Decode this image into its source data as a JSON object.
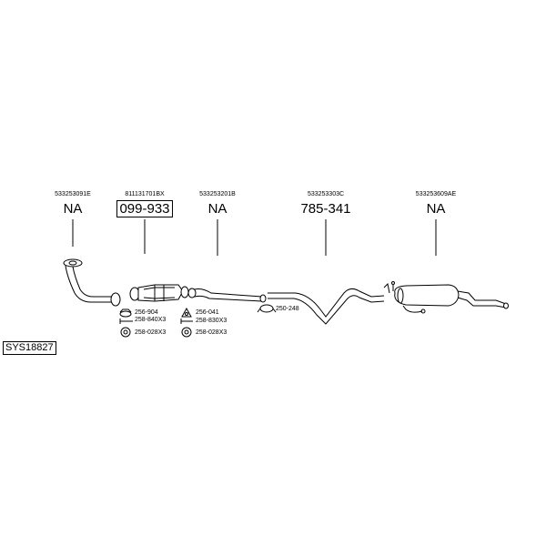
{
  "parts": [
    {
      "oem": "533253091E",
      "number": "NA"
    },
    {
      "oem": "811131701BX",
      "number": "099-933"
    },
    {
      "oem": "533253201B",
      "number": "NA"
    },
    {
      "oem": "533253303C",
      "number": "785-341"
    },
    {
      "oem": "533253609AE",
      "number": "NA"
    }
  ],
  "accessories": {
    "a1": "256-904",
    "a2": "258-840X3",
    "a3": "258-028X3",
    "a4": "256-041",
    "a5": "258-830X3",
    "a6": "258-028X3",
    "a7": "250-248"
  },
  "system_code": "SYS18827"
}
